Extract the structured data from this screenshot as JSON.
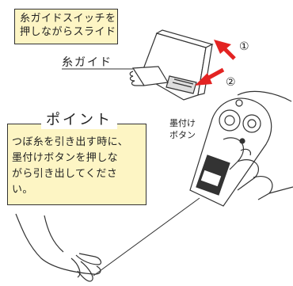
{
  "top_callout": {
    "line1": "糸ガイドスイッチを",
    "line2": "押しながらスライド"
  },
  "thread_guide_label": "糸ガイド",
  "step_markers": {
    "step1": "①",
    "step2": "②"
  },
  "chalk_button_label": {
    "line1": "墨付け",
    "line2": "ボタン"
  },
  "point_box": {
    "title": "ポイント",
    "lines": [
      "つぼ糸を引き出す時に、",
      "墨付けボタンを押しな",
      "がら引き出してくださ",
      "い。"
    ]
  },
  "colors": {
    "callout_fill": "#fdf5c4",
    "arrow_red": "#e32322",
    "outline": "#333333"
  }
}
